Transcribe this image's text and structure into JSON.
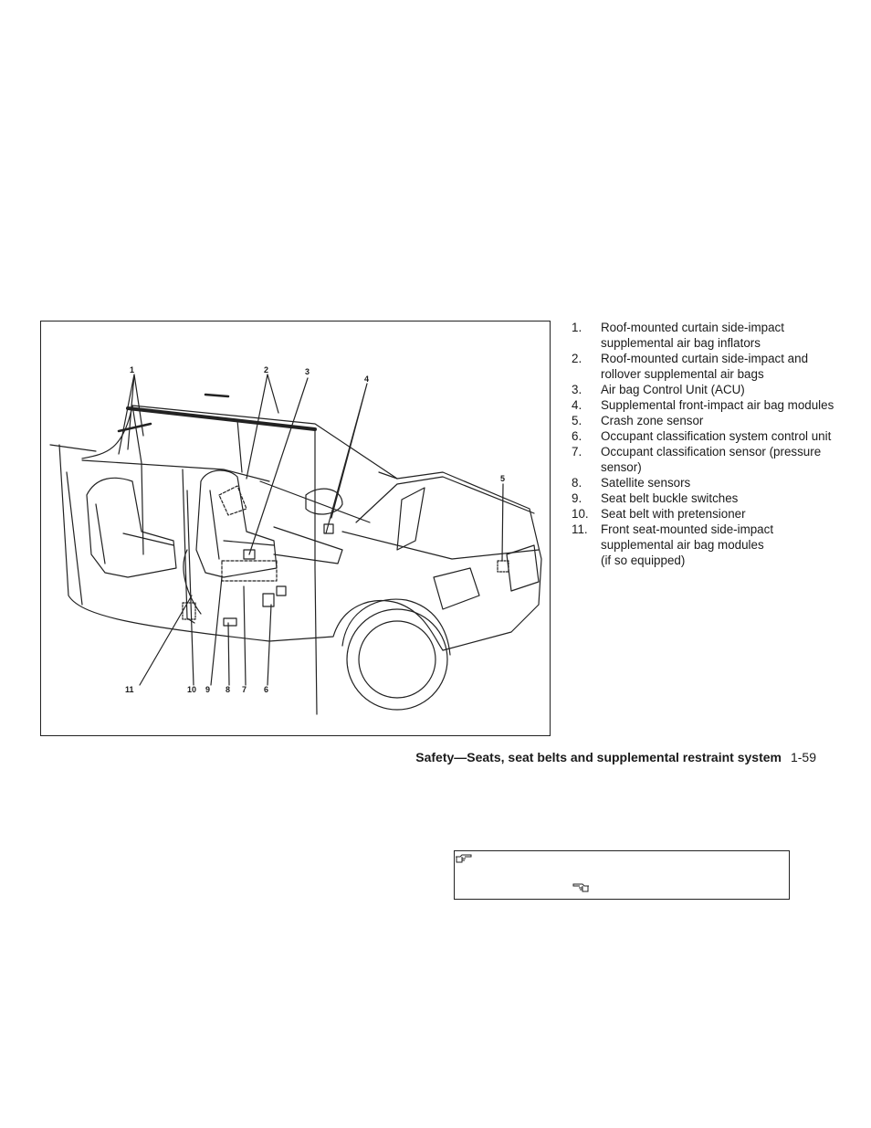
{
  "diagram": {
    "callouts": [
      "1",
      "2",
      "3",
      "4",
      "5",
      "6",
      "7",
      "8",
      "9",
      "10",
      "11"
    ]
  },
  "legend": [
    {
      "num": "1.",
      "text": "Roof-mounted curtain side-impact supplemental air bag inflators"
    },
    {
      "num": "2.",
      "text": "Roof-mounted curtain side-impact and rollover supplemental air bags"
    },
    {
      "num": "3.",
      "text": "Air bag Control Unit (ACU)"
    },
    {
      "num": "4.",
      "text": "Supplemental front-impact air bag modules"
    },
    {
      "num": "5.",
      "text": "Crash zone sensor"
    },
    {
      "num": "6.",
      "text": "Occupant classification system control unit"
    },
    {
      "num": "7.",
      "text": "Occupant classification sensor (pressure sensor)"
    },
    {
      "num": "8.",
      "text": "Satellite sensors"
    },
    {
      "num": "9.",
      "text": "Seat belt buckle switches"
    },
    {
      "num": "10.",
      "text": "Seat belt with pretensioner"
    },
    {
      "num": "11.",
      "text": "Front seat-mounted side-impact supplemental air bag modules\n(if so equipped)"
    }
  ],
  "footer": {
    "section": "Safety—Seats, seat belts and supplemental restraint system",
    "page": "1-59"
  },
  "note_box": {
    "icons": [
      "pointing-hand-right-icon",
      "pointing-hand-left-icon"
    ]
  }
}
